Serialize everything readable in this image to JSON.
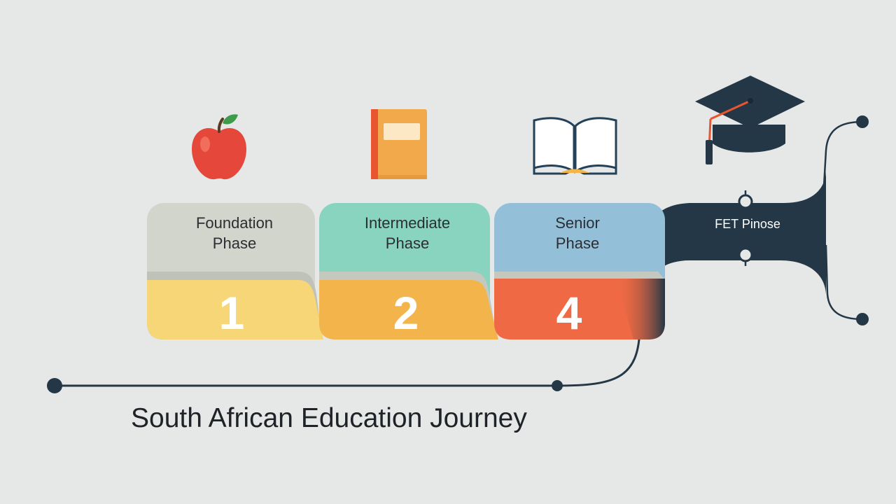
{
  "title": "South African Education Journey",
  "phases": [
    {
      "label": "Foundation\nPhase",
      "number": "1",
      "icon": "apple-icon",
      "top_color": "#d2d5cc",
      "bottom_color": "#f6d677"
    },
    {
      "label": "Intermediate\nPhase",
      "number": "2",
      "icon": "closed-book-icon",
      "top_color": "#88d4be",
      "bottom_color": "#f2b44b"
    },
    {
      "label": "Senior\nPhase",
      "number": "4",
      "icon": "open-book-icon",
      "top_color": "#94bfd8",
      "bottom_color": "#ef6a44"
    }
  ],
  "fet": {
    "label": "FET Pinose",
    "icon": "graduation-cap-icon",
    "color": "#243746"
  },
  "colors": {
    "background": "#e6e8e7",
    "line": "#243746",
    "title": "#1f2226"
  }
}
